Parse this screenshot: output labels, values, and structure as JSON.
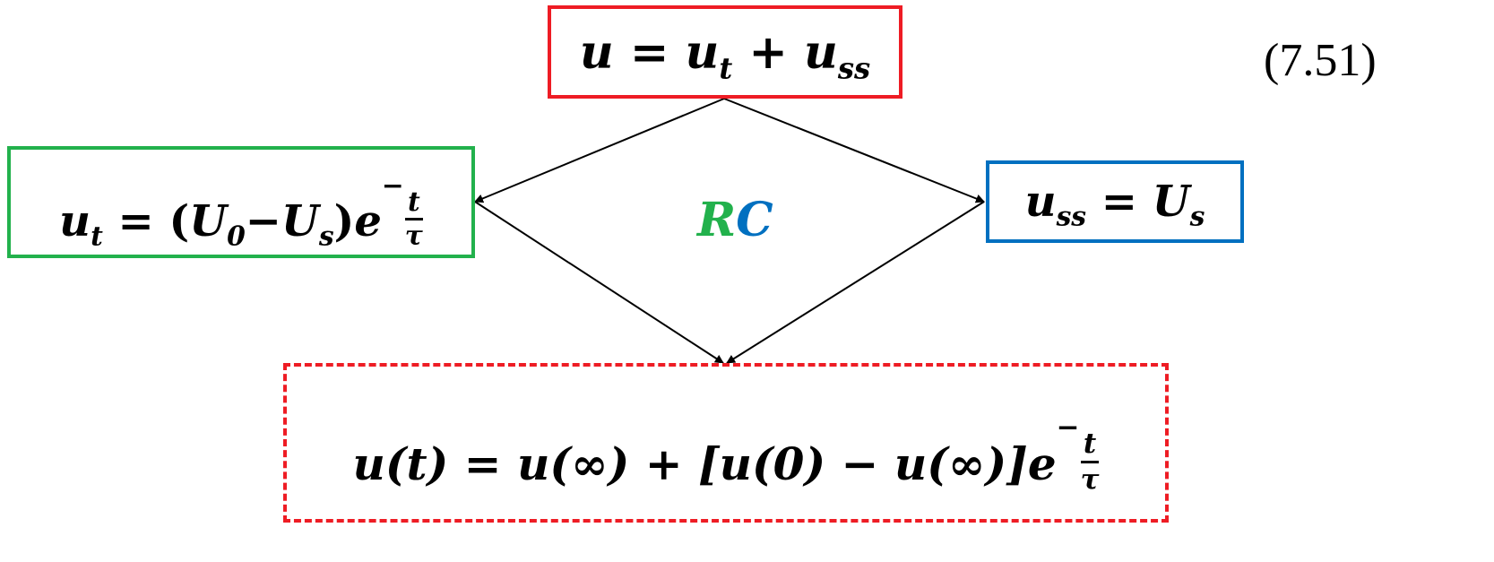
{
  "equation_number": "(7.51)",
  "top_box": {
    "lhs": "u",
    "eq": "=",
    "t1": "u",
    "t1_sub": "t",
    "plus": "+",
    "t2": "u",
    "t2_sub": "ss",
    "border_color": "#ee1c24"
  },
  "left_box": {
    "lhs": "u",
    "lhs_sub": "t",
    "eq": "=",
    "open": "(",
    "U0": "U",
    "U0_sub": "0",
    "dash": "−",
    "Us": "U",
    "Us_sub": "s",
    "close": ")",
    "e": "e",
    "minus": "−",
    "num": "t",
    "den": "τ",
    "border_color": "#22b14c"
  },
  "right_box": {
    "lhs": "u",
    "lhs_sub": "ss",
    "eq": "=",
    "rhs": "U",
    "rhs_sub": "s",
    "border_color": "#0070c0"
  },
  "center_label": {
    "r": "R",
    "c": "C",
    "r_color": "#22b14c",
    "c_color": "#0070c0"
  },
  "bottom_box": {
    "formula_a": "u(t) = u(∞) + [u(0) − u(∞)]",
    "e": "e",
    "minus": "−",
    "num": "t",
    "den": "τ",
    "border_color": "#ee1c24"
  }
}
